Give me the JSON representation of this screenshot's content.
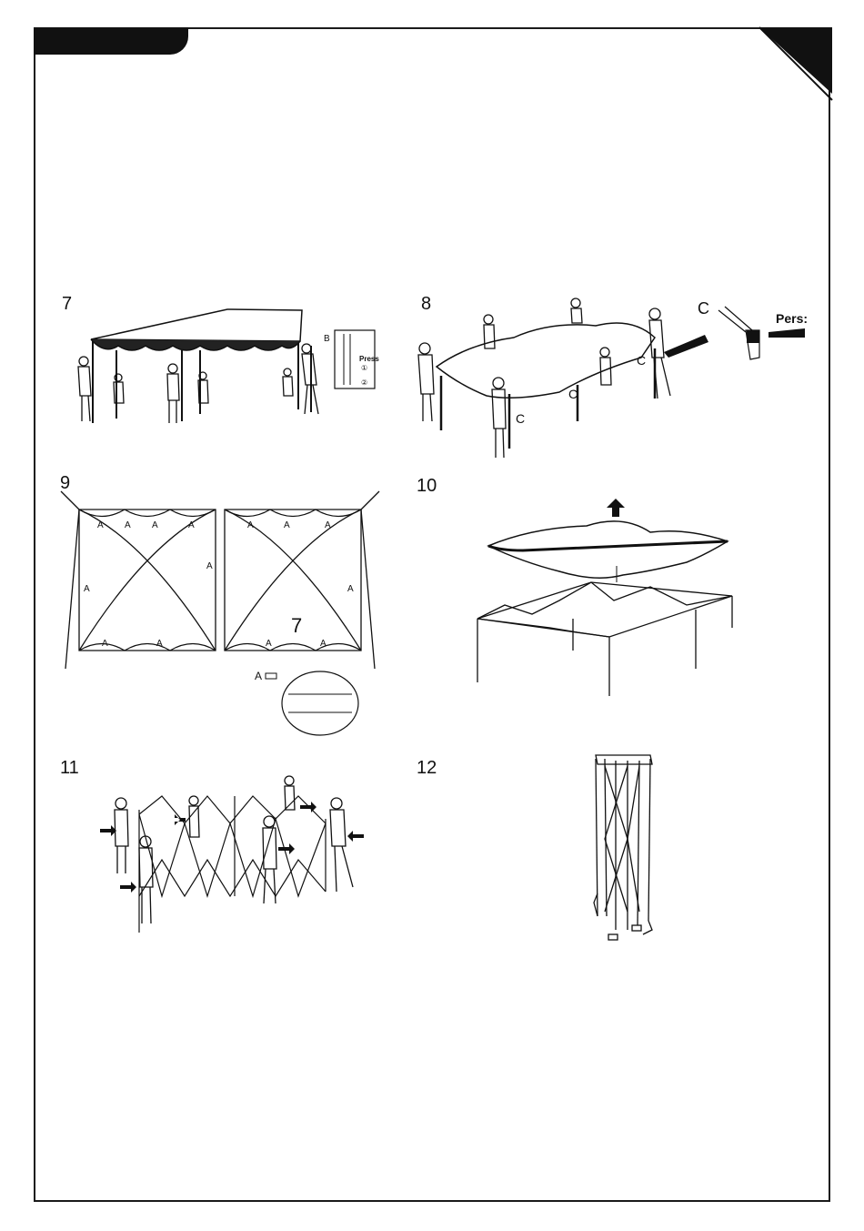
{
  "steps": [
    {
      "number": "7",
      "callout_B": "B",
      "press_label": "Press",
      "press_marks": [
        "①",
        "②"
      ]
    },
    {
      "number": "8",
      "callout_C": "C",
      "press_label": "Pers:"
    },
    {
      "number": "9",
      "label_A": "A",
      "inner_number": "7"
    },
    {
      "number": "10"
    },
    {
      "number": "11"
    },
    {
      "number": "12"
    }
  ],
  "header": {
    "tab_color": "#111111"
  }
}
